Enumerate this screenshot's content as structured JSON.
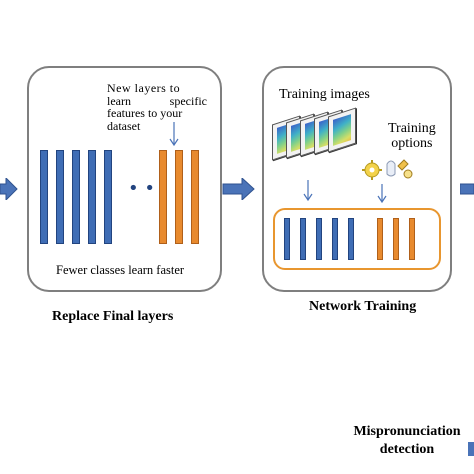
{
  "panel1": {
    "annotation": [
      "New layers to",
      "learn specific",
      "features to your",
      "dataset"
    ],
    "dots": "• •",
    "footer": "Fewer classes learn faster",
    "caption": "Replace Final layers"
  },
  "panel2": {
    "images_label": "Training images",
    "options_label": [
      "Training",
      "options"
    ],
    "caption": "Network Training"
  },
  "panel3": {
    "caption": [
      "Mispronunciation",
      "detection"
    ]
  },
  "colors": {
    "layer_blue": "#3f6db5",
    "layer_orange": "#e88a2e",
    "arrow_blue": "#4a73b8",
    "panel_border": "#7f7f7f"
  }
}
